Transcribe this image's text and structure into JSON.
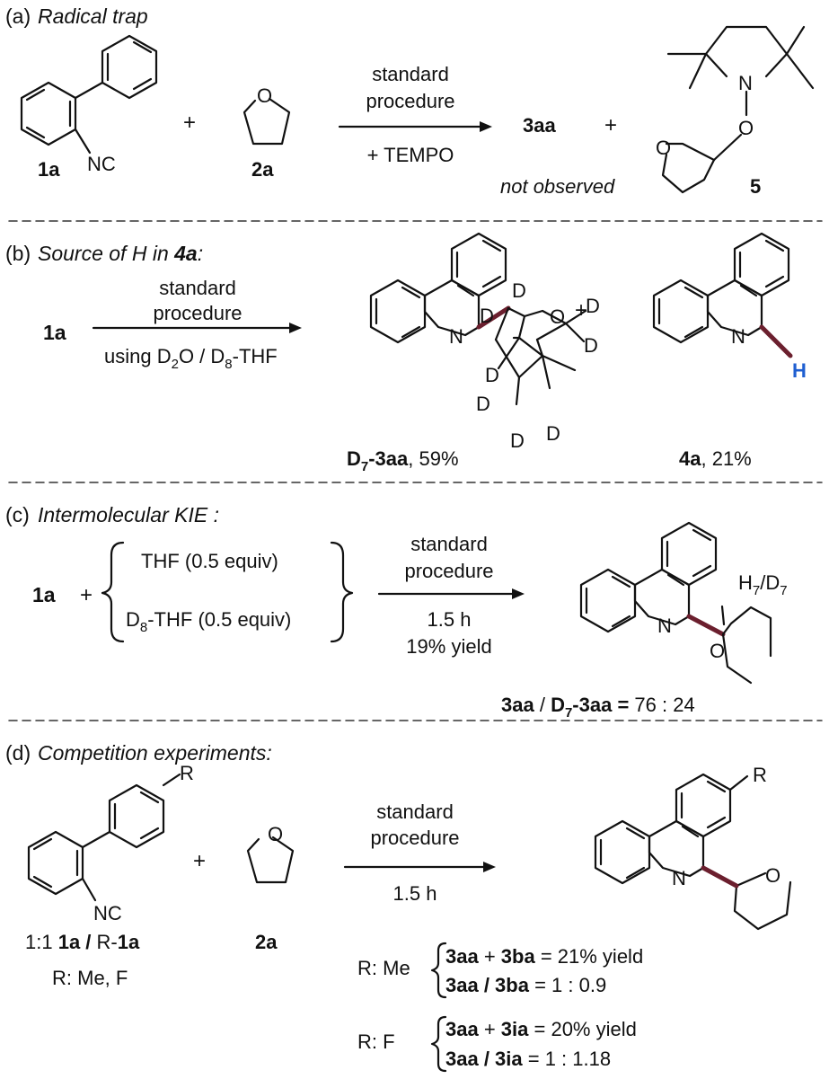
{
  "sections": {
    "a": {
      "tag": "(a)",
      "title": "Radical trap",
      "label_1a": "1a",
      "label_2a": "2a",
      "plus": "+",
      "nc": "NC",
      "ring_O": "O",
      "arrow_top_1": "standard",
      "arrow_top_2": "procedure",
      "arrow_bottom": "+ TEMPO",
      "product_3aa": "3aa",
      "not_observed": "not observed",
      "label_5": "5",
      "N": "N",
      "O": "O"
    },
    "b": {
      "tag": "(b)",
      "title_prefix": "Source of H in ",
      "title_bold": "4a",
      "title_suffix": ":",
      "start": "1a",
      "arrow_top_1": "standard",
      "arrow_top_2": "procedure",
      "arrow_bottom": "using D",
      "sub_2": "2",
      "arrow_bottom_mid": "O / D",
      "sub_8": "8",
      "arrow_bottom_end": "-THF",
      "D": "D",
      "N": "N",
      "O": "O",
      "H": "H",
      "plus": "+",
      "prod1_label_bold": "D",
      "prod1_sub": "7",
      "prod1_label_bold2": "-3aa",
      "prod1_yield": ", 59%",
      "prod2_label_bold": "4a",
      "prod2_yield": ", 21%"
    },
    "c": {
      "tag": "(c)",
      "title": "Intermolecular KIE :",
      "start": "1a",
      "plus": "+",
      "thf": "THF (0.5 equiv)",
      "d8_prefix": "D",
      "d8_sub": "8",
      "d8_suffix": "-THF (0.5 equiv)",
      "arrow_top_1": "standard",
      "arrow_top_2": "procedure",
      "arrow_bottom_1": "1.5 h",
      "arrow_bottom_2": "19% yield",
      "H7": "H",
      "sub7a": "7",
      "slash": "/D",
      "sub7b": "7",
      "N": "N",
      "O": "O",
      "ratio_b1": "3aa",
      "ratio_slash": " / ",
      "ratio_b2": "D",
      "ratio_sub": "7",
      "ratio_b3": "-3aa =",
      "ratio_val": " 76 : 24"
    },
    "d": {
      "tag": "(d)",
      "title": "Competition experiments:",
      "R": "R",
      "nc": "NC",
      "plus": "+",
      "ring_O": "O",
      "label_2a": "2a",
      "mix_prefix": "1:1 ",
      "mix_b1": "1a",
      "mix_slash": " / ",
      "mix_R": "R-",
      "mix_b2": "1a",
      "rlist": "R: Me, F",
      "arrow_top_1": "standard",
      "arrow_top_2": "procedure",
      "arrow_bottom": "1.5 h",
      "N": "N",
      "O": "O",
      "me_label": "R: Me",
      "me_l1_b1": "3aa",
      "me_l1_plus": " + ",
      "me_l1_b2": "3ba",
      "me_l1_rest": " = 21% yield",
      "me_l2_b1": "3aa / 3ba",
      "me_l2_rest": " = 1 : 0.9",
      "f_label": "R: F",
      "f_l1_b1": "3aa",
      "f_l1_plus": " + ",
      "f_l1_b2": "3ia",
      "f_l1_rest": " = 20% yield",
      "f_l2_b1": "3aa / 3ia",
      "f_l2_rest": " = 1 : 1.18"
    }
  },
  "colors": {
    "highlight_bond": "#6b1f2e",
    "deuterium_H": "#1f5fd1",
    "ink": "#111111",
    "divider": "#333333"
  }
}
